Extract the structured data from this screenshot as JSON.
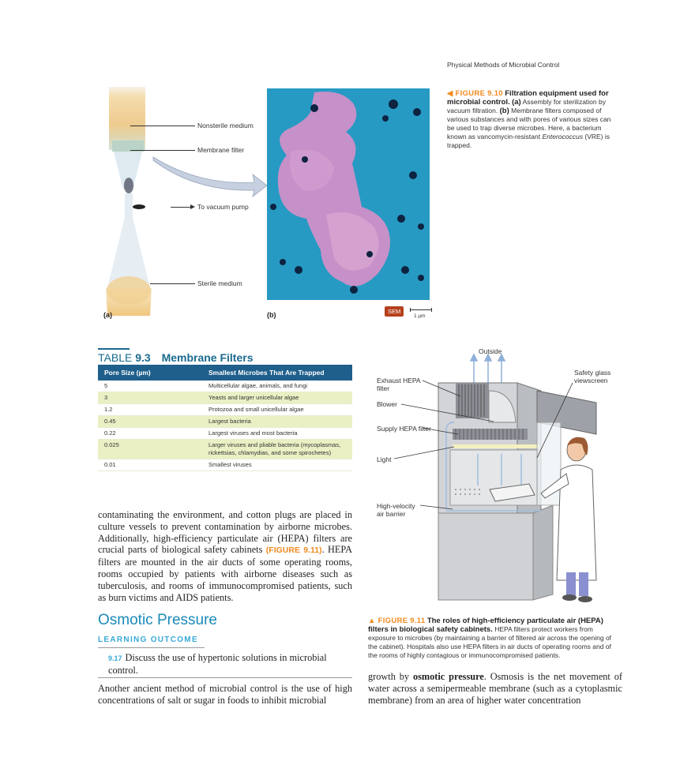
{
  "running_head": "Physical Methods of Microbial Control",
  "figure_9_10": {
    "panel_a": {
      "letter": "(a)",
      "labels": [
        "Nonsterile medium",
        "Membrane filter",
        "To vacuum pump",
        "Sterile medium"
      ]
    },
    "panel_b": {
      "letter": "(b)",
      "badge": "SEM",
      "scale": "1 µm"
    },
    "caption": {
      "figure_label": "◀ FIGURE 9.10",
      "title": "Filtration equipment used for microbial control.",
      "a_marker": "(a)",
      "a_text": "Assembly for sterilization by vacuum filtration.",
      "b_marker": "(b)",
      "b_text_1": "Membrane filters composed of various substances and with pores of various sizes can be used to trap diverse microbes. Here, a bacterium known as vancomycin-resistant",
      "b_italic": "Enterococcus",
      "b_text_2": "(VRE) is trapped."
    }
  },
  "table_9_3": {
    "label": "TABLE",
    "number": "9.3",
    "title": "Membrane Filters",
    "headers": [
      "Pore Size (µm)",
      "Smallest Microbes That Are Trapped"
    ],
    "rows": [
      {
        "pore": "5",
        "microbes": "Multicellular algae, animals, and fungi"
      },
      {
        "pore": "3",
        "microbes": "Yeasts and larger unicellular algae"
      },
      {
        "pore": "1.2",
        "microbes": "Protozoa and small unicellular algae"
      },
      {
        "pore": "0.45",
        "microbes": "Largest bacteria"
      },
      {
        "pore": "0.22",
        "microbes": "Largest viruses and most bacteria"
      },
      {
        "pore": "0.025",
        "microbes": "Larger viruses and pliable bacteria (mycoplasmas, rickettsias, chlamydias, and some spirochetes)"
      },
      {
        "pore": "0.01",
        "microbes": "Smallest viruses"
      }
    ]
  },
  "body_left": {
    "p1_a": "contaminating the environment, and cotton plugs are placed in culture vessels to prevent contamination by airborne microbes. Additionally, high-efficiency particulate air (HEPA) filters are crucial parts of biological safety cabinets",
    "p1_ref": "(FIGURE 9.11)",
    "p1_b": ". HEPA filters are mounted in the air ducts of some operating rooms, rooms occupied by patients with airborne diseases such as tuberculosis, and rooms of immunocompromised patients, such as burn victims and AIDS patients.",
    "section_heading": "Osmotic Pressure",
    "learning_outcome_heading": "LEARNING OUTCOME",
    "outcome_number": "9.17",
    "outcome_text": "Discuss the use of hypertonic solutions in microbial control.",
    "p2": "Another ancient method of microbial control is the use of high concentrations of salt or sugar in foods to inhibit microbial"
  },
  "figure_9_11": {
    "labels": {
      "outside": "Outside",
      "exhaust": "Exhaust HEPA filter",
      "blower": "Blower",
      "supply": "Supply HEPA filter",
      "light": "Light",
      "barrier": "High-velocity air barrier",
      "glass": "Safety glass viewscreen"
    },
    "caption": {
      "figure_label": "▲ FIGURE 9.11",
      "title": "The roles of high-efficiency particulate air (HEPA) filters in biological safety cabinets.",
      "text": "HEPA filters protect workers from exposure to microbes (by maintaining a barrier of filtered air across the opening of the cabinet). Hospitals also use HEPA filters in air ducts of operating rooms and of the rooms of highly contagious or immunocompromised patients."
    }
  },
  "body_right": {
    "p_start": "growth by",
    "p_bold": "osmotic pressure",
    "p_rest": ". Osmosis is the net movement of water across a semipermeable membrane (such as a cytoplasmic membrane) from an area of higher water concentration"
  }
}
